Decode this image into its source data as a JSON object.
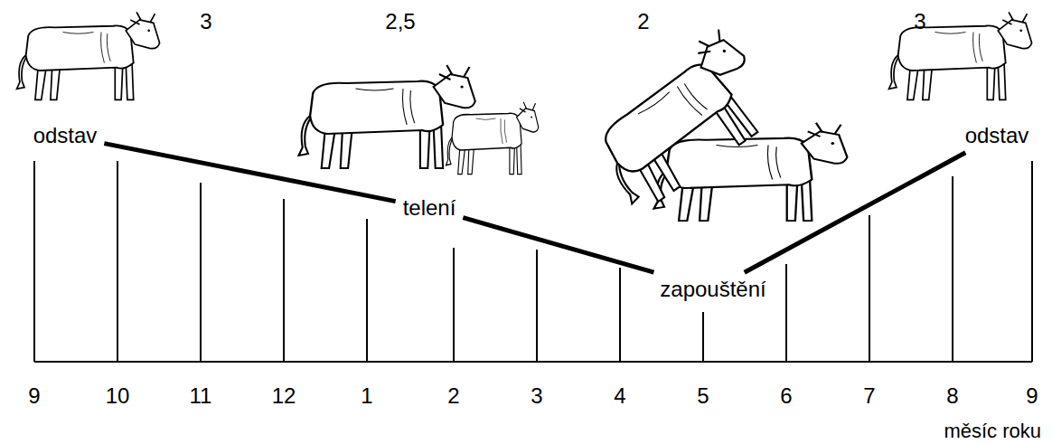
{
  "diagram": {
    "nodes": [
      {
        "text": [
          "odstav"
        ]
      },
      {
        "text": [
          "telení"
        ]
      },
      {
        "text": [
          "zapouštění"
        ]
      },
      {
        "text": [
          "odstav"
        ]
      }
    ],
    "edges": [
      {
        "from": 0,
        "to": 1,
        "arrow": "none"
      },
      {
        "from": 1,
        "to": 2,
        "arrow": "none"
      },
      {
        "from": 2,
        "to": 3,
        "arrow": "none"
      }
    ],
    "labels": [
      "3",
      "2,5",
      "2",
      "3",
      "9",
      "10",
      "11",
      "12",
      "1",
      "2",
      "3",
      "4",
      "5",
      "6",
      "7",
      "8",
      "9",
      "měsíc roku"
    ]
  }
}
